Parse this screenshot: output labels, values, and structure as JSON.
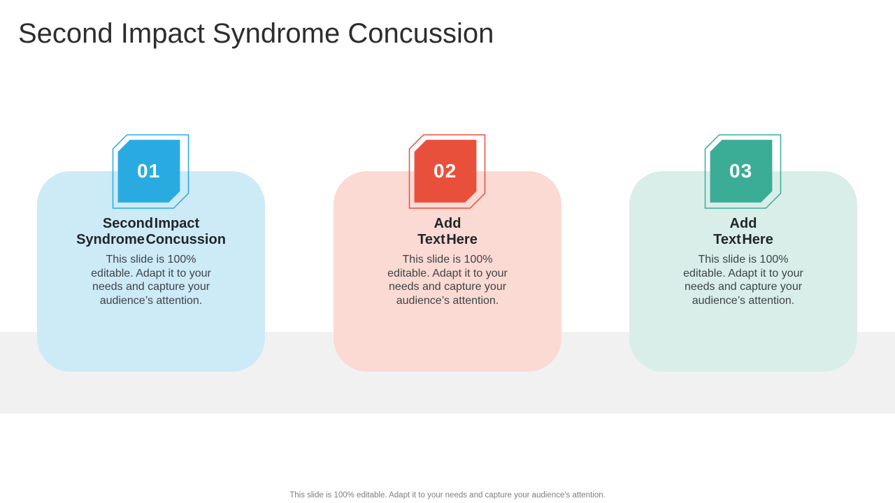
{
  "slide": {
    "title": "Second Impact Syndrome Concussion",
    "footer": "This slide is 100% editable. Adapt it to your needs and capture your audience's attention.",
    "cards": [
      {
        "number": "01",
        "heading_line1": "Second Impact",
        "heading_line2": "Syndrome Concussion",
        "body": "This slide is 100% editable. Adapt it to your needs and capture your audience’s attention.",
        "accent": "#29abe2",
        "bg": "#cdeaf7"
      },
      {
        "number": "02",
        "heading_line1": "Add",
        "heading_line2": "Text Here",
        "body": "This slide is 100% editable. Adapt it to your needs and capture your audience’s attention.",
        "accent": "#e9503c",
        "bg": "#fbdad3"
      },
      {
        "number": "03",
        "heading_line1": "Add",
        "heading_line2": "Text Here",
        "body": "This slide is 100% editable. Adapt it to your needs and capture your audience’s attention.",
        "accent": "#3bad97",
        "bg": "#d9eee9"
      }
    ],
    "colors": {
      "title_text": "#2d2d2d",
      "heading_text": "#21262a",
      "body_text": "#3e4347",
      "footer_text": "#7e7e7e",
      "band": "#f1f1f2",
      "badge_number_text": "#ffffff"
    }
  }
}
